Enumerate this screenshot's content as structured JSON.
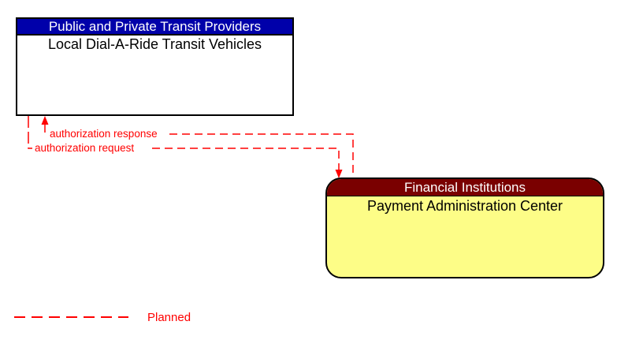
{
  "colors": {
    "background": "#ffffff",
    "connector_red": "#ff0000",
    "box_border": "#000000",
    "transit_header_bg": "#0000aa",
    "transit_header_text": "#ffffff",
    "transit_body_bg": "#ffffff",
    "transit_body_text": "#000000",
    "financial_header_bg": "#7a0000",
    "financial_header_text": "#ffffff",
    "financial_body_bg": "#fdfd87",
    "financial_body_text": "#000000"
  },
  "boxes": {
    "transit": {
      "header": "Public and Private Transit Providers",
      "label": "Local Dial-A-Ride Transit Vehicles"
    },
    "financial": {
      "header": "Financial Institutions",
      "label": "Payment Administration Center"
    }
  },
  "connectors": [
    {
      "label": "authorization response",
      "from": "Financial Institutions",
      "to": "Public and Private Transit Providers",
      "status": "planned"
    },
    {
      "label": "authorization request",
      "from": "Public and Private Transit Providers",
      "to": "Financial Institutions",
      "status": "planned"
    }
  ],
  "legend": {
    "line_style": "dashed",
    "label": "Planned"
  }
}
